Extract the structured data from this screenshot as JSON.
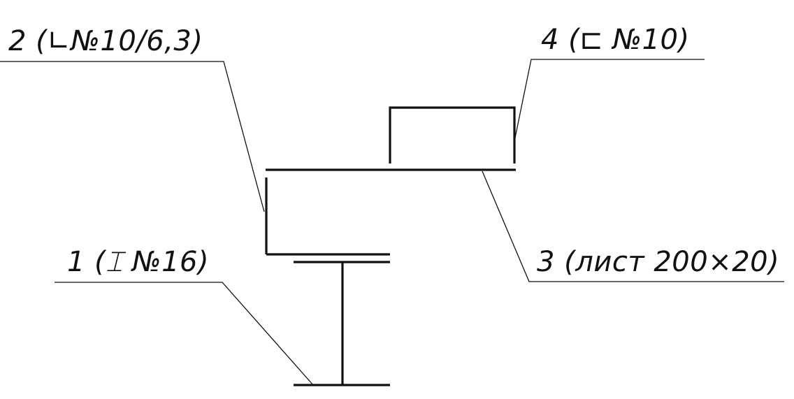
{
  "labels": {
    "part1": "1 (⌶ №16)",
    "part2": "2 (∟№10/6,3)",
    "part3": "3 (лист 200×20)",
    "part4": "4 (⊏ №10)"
  }
}
